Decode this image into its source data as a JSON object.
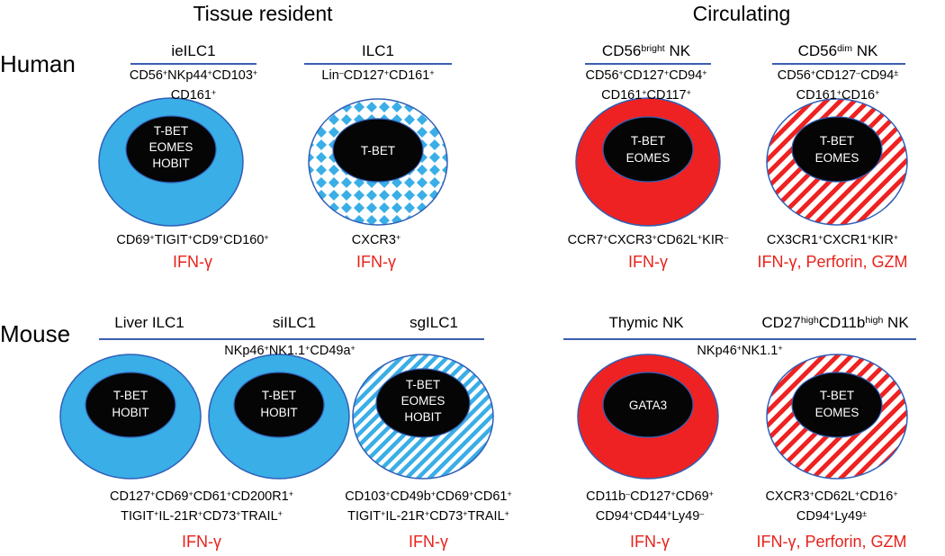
{
  "headers": {
    "tissue": "Tissue resident",
    "circ": "Circulating"
  },
  "species": {
    "human": "Human",
    "mouse": "Mouse"
  },
  "human": {
    "ieilc1": {
      "name": "ieILC1",
      "m1": "CD56",
      "m2": "NKp44",
      "m3": "CD103",
      "m4": "CD161",
      "tf": [
        "T-BET",
        "EOMES",
        "HOBIT"
      ],
      "s1": "CD69",
      "s2": "TIGIT",
      "s3": "CD9",
      "s4": "CD160",
      "out": "IFN-γ"
    },
    "ilc1": {
      "name": "ILC1",
      "m1": "Lin",
      "m2": "CD127",
      "m3": "CD161",
      "tf": [
        "T-BET"
      ],
      "s1": "CXCR3",
      "out": "IFN-γ"
    },
    "bright": {
      "n1": "CD56",
      "n2": "bright",
      "n3": " NK",
      "m1": "CD56",
      "m2": "CD127",
      "m3": "CD94",
      "m4": "CD161",
      "m5": "CD117",
      "tf": [
        "T-BET",
        "EOMES"
      ],
      "s1": "CCR7",
      "s2": "CXCR3",
      "s3": "CD62L",
      "s4": "KIR",
      "out": "IFN-γ"
    },
    "dim": {
      "n1": "CD56",
      "n2": "dim",
      "n3": " NK",
      "m1": "CD56",
      "m2": "CD127",
      "m3": "CD94",
      "m4": "CD161",
      "m5": "CD16",
      "tf": [
        "T-BET",
        "EOMES"
      ],
      "s1": "CX3CR1",
      "s2": "CXCR1",
      "s3": "KIR",
      "out": "IFN-γ, Perforin, GZM"
    }
  },
  "mouse": {
    "names": {
      "liver": "Liver ILC1",
      "si": "siILC1",
      "sg": "sgILC1",
      "thymic": "Thymic NK",
      "cd27a": "CD27",
      "cd27b": "high",
      "cd27c": "CD11b",
      "cd27d": "high",
      "cd27e": " NK"
    },
    "shared_left": {
      "a": "NKp46",
      "b": "NK1.1",
      "c": "CD49a"
    },
    "shared_right": {
      "a": "NKp46",
      "b": "NK1.1"
    },
    "liver_tf": [
      "T-BET",
      "HOBIT"
    ],
    "si_tf": [
      "T-BET",
      "HOBIT"
    ],
    "sg_tf": [
      "T-BET",
      "EOMES",
      "HOBIT"
    ],
    "thymic_tf": [
      "GATA3"
    ],
    "cd27_tf": [
      "T-BET",
      "EOMES"
    ],
    "liver_si_markers": {
      "a": "CD127",
      "b": "CD69",
      "c": "CD61",
      "d": "CD200R1",
      "e": "TIGIT",
      "f": "IL-21R",
      "g": "CD73",
      "h": "TRAIL"
    },
    "sg_markers": {
      "a": "CD103",
      "b": "CD49b",
      "c": "CD69",
      "d": "CD61",
      "e": "TIGIT",
      "f": "IL-21R",
      "g": "CD73",
      "h": "TRAIL"
    },
    "thymic_markers": {
      "a": "CD11b",
      "b": "CD127",
      "c": "CD69",
      "d": "CD94",
      "e": "CD44",
      "f": "Ly49"
    },
    "cd27_markers": {
      "a": "CXCR3",
      "b": "CD62L",
      "c": "CD16",
      "d": "CD94",
      "e": "Ly49"
    },
    "out_ls": "IFN-γ",
    "out_sg": "IFN-γ",
    "out_thymic": "IFN-γ",
    "out_cd27": "IFN-γ, Perforin, GZM"
  },
  "symbols": {
    "plus": "+",
    "minus": "–",
    "pm": "±"
  },
  "colors": {
    "ilc_blue": "#3aaee6",
    "nk_red": "#ee2222",
    "nucleus": "#050505",
    "outline": "#2f5fb8",
    "rule": "#3b5eb0"
  }
}
